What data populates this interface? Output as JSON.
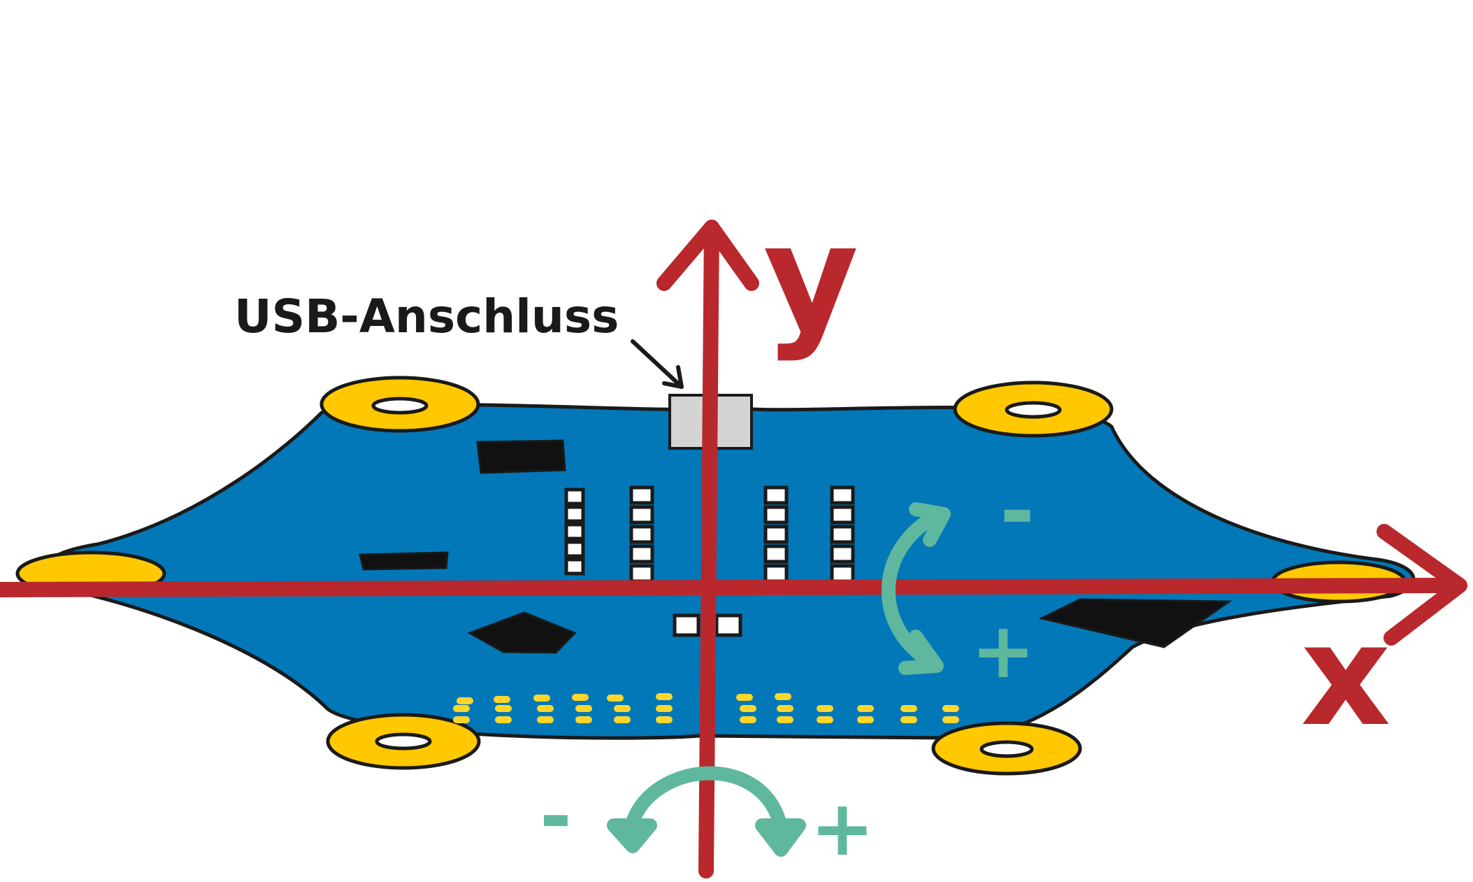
{
  "labels": {
    "usb": "USB-Anschluss",
    "x_axis": "x",
    "y_axis": "y",
    "rot_minus_side": "-",
    "rot_plus_side": "+",
    "rot_minus_bottom": "-",
    "rot_plus_bottom": "+"
  },
  "colors": {
    "board": "#0278b8",
    "outline": "#1a1a1a",
    "pad": "#ffc800",
    "axis": "#b8282c",
    "rotation": "#5fb89e",
    "usb_port": "#d4d4d4",
    "chip": "#111111",
    "led": "#ffffff",
    "edge_pin": "#ffd62a"
  }
}
